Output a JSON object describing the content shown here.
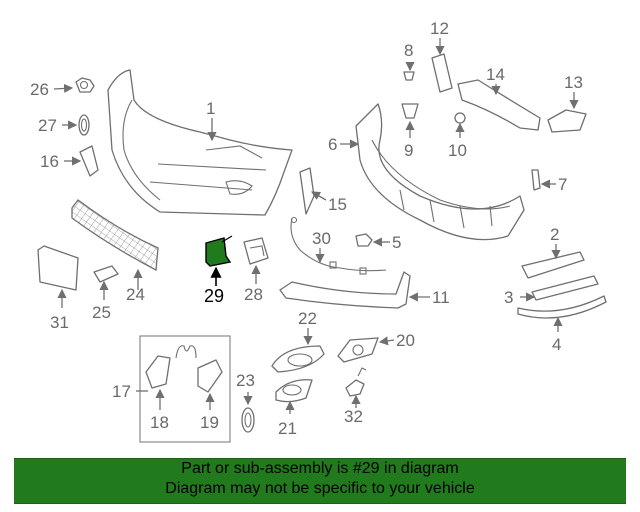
{
  "diagram": {
    "callouts": [
      "1",
      "2",
      "3",
      "4",
      "5",
      "6",
      "7",
      "8",
      "9",
      "10",
      "11",
      "12",
      "13",
      "14",
      "15",
      "16",
      "17",
      "18",
      "19",
      "20",
      "21",
      "22",
      "23",
      "24",
      "25",
      "26",
      "27",
      "28",
      "29",
      "30",
      "31",
      "32"
    ],
    "highlight_callout": "29",
    "highlight_color": "#217a1c"
  },
  "footer": {
    "background": "#217a1c",
    "line1": "Part or sub-assembly is #29 in diagram",
    "line2": "Diagram may not be specific to your vehicle"
  }
}
